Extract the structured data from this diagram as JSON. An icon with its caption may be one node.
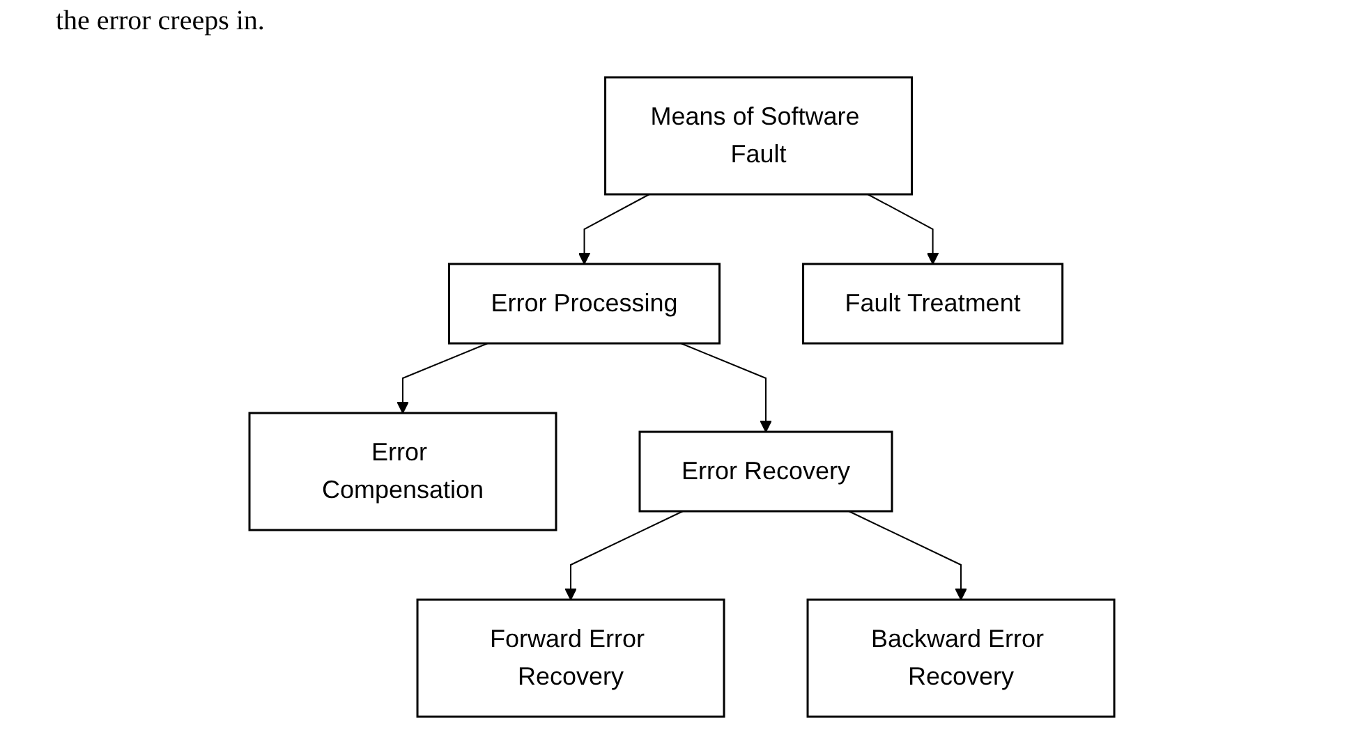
{
  "diagram": {
    "nodes": [
      {
        "text": [
          "Means of Software Fault"
        ]
      },
      {
        "text": [
          "Error Processing"
        ]
      },
      {
        "text": [
          "Fault Treatment"
        ]
      },
      {
        "text": [
          "Error Compensation"
        ]
      },
      {
        "text": [
          "Error Recovery"
        ]
      },
      {
        "text": [
          "Forward Error Recovery"
        ]
      },
      {
        "text": [
          "Backward Error Recovery"
        ]
      }
    ],
    "edges": [
      {
        "from": 0,
        "to": 1,
        "arrow": "to"
      },
      {
        "from": 0,
        "to": 2,
        "arrow": "to"
      },
      {
        "from": 1,
        "to": 3,
        "arrow": "to"
      },
      {
        "from": 1,
        "to": 4,
        "arrow": "to"
      },
      {
        "from": 4,
        "to": 5,
        "arrow": "to"
      },
      {
        "from": 4,
        "to": 6,
        "arrow": "to"
      }
    ],
    "labels": [
      "the error creeps in."
    ]
  }
}
